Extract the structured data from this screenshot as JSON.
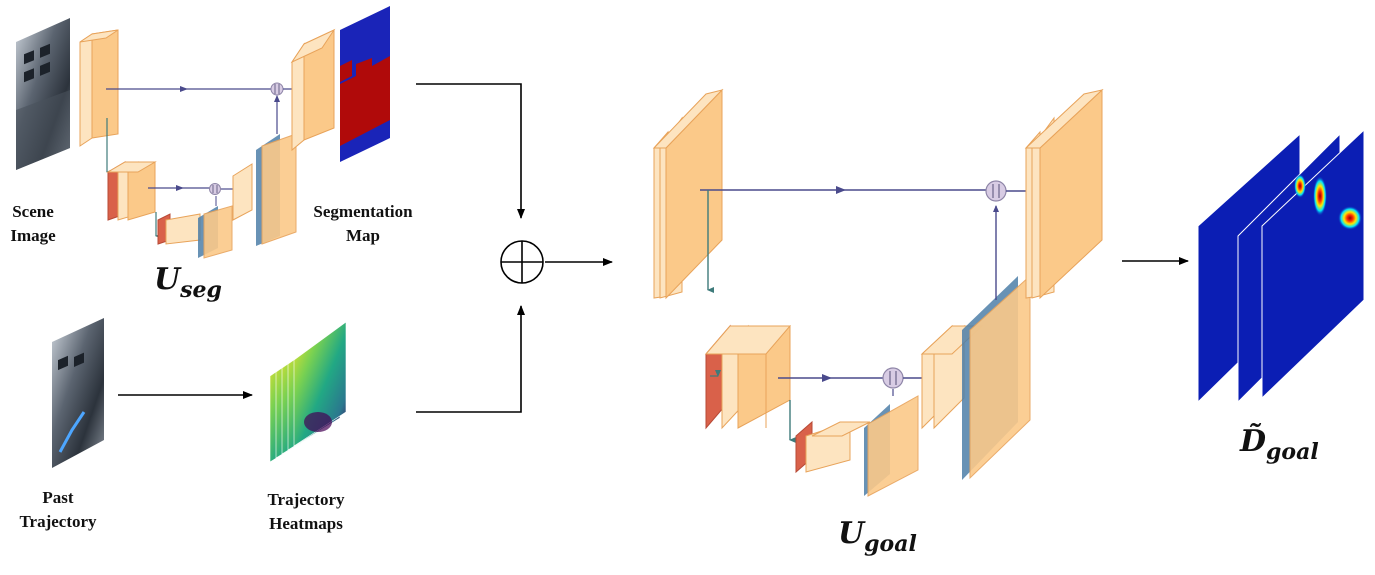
{
  "labels": {
    "scene_image": [
      "Scene",
      "Image"
    ],
    "segmentation_map": [
      "Segmentation",
      "Map"
    ],
    "past_trajectory": [
      "Past",
      "Trajectory"
    ],
    "trajectory_heatmaps": [
      "Trajectory",
      "Heatmaps"
    ]
  },
  "math": {
    "u_seg": {
      "base": "U",
      "sub": "seg"
    },
    "u_goal": {
      "base": "U",
      "sub": "goal"
    },
    "d_goal": {
      "base": "D̃",
      "sub": "goal"
    }
  },
  "colors": {
    "block_face": "#fbc989",
    "block_light": "#fde4c0",
    "block_edge": "#e8a35a",
    "skip_red": "#d9614a",
    "skip_blue": "#4d7fa8",
    "connector": "#4a4a8c",
    "down_arrow": "#3e7b7b",
    "heatmap_bg": "#0b1eb4",
    "seg_blue": "#1a24b8",
    "seg_red": "#b00a0a"
  },
  "operators": {
    "fusion": "addition-circle",
    "concat": "concatenation-circle"
  }
}
